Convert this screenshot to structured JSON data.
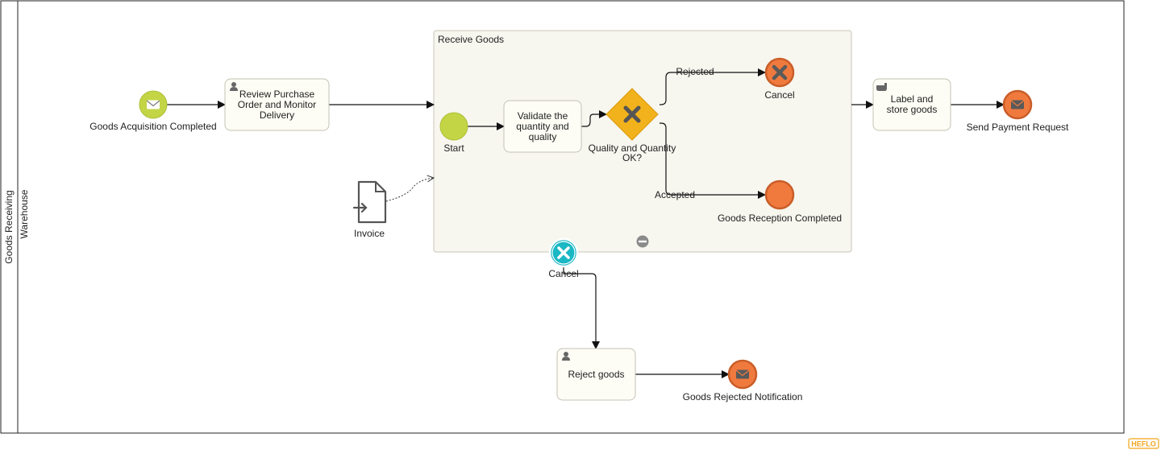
{
  "pool": {
    "name": "Goods Receiving"
  },
  "lane": {
    "name": "Warehouse"
  },
  "subprocess": {
    "title": "Receive Goods"
  },
  "events": {
    "goods_acquisition": "Goods Acquisition Completed",
    "start": "Start",
    "cancel_end": "Cancel",
    "reception_completed": "Goods Reception Completed",
    "send_payment": "Send Payment Request",
    "boundary_cancel": "Cancel",
    "rejected_notification": "Goods Rejected Notification"
  },
  "tasks": {
    "review": "Review Purchase Order and Monitor Delivery",
    "validate": "Validate the quantity and quality",
    "label_store": "Label and store goods",
    "reject": "Reject goods"
  },
  "gateway": {
    "label": "Quality and Quantity OK?"
  },
  "flows": {
    "rejected": "Rejected",
    "accepted": "Accepted"
  },
  "data_object": {
    "label": "Invoice"
  },
  "branding": {
    "logo": "HEFLO"
  },
  "colors": {
    "start_event": "#c3d545",
    "end_event": "#f07a3e",
    "gateway": "#f2b21b",
    "boundary": "#1ab8c4",
    "task_fill": "#fdfdf5",
    "subprocess_fill": "#f7f6ef"
  }
}
